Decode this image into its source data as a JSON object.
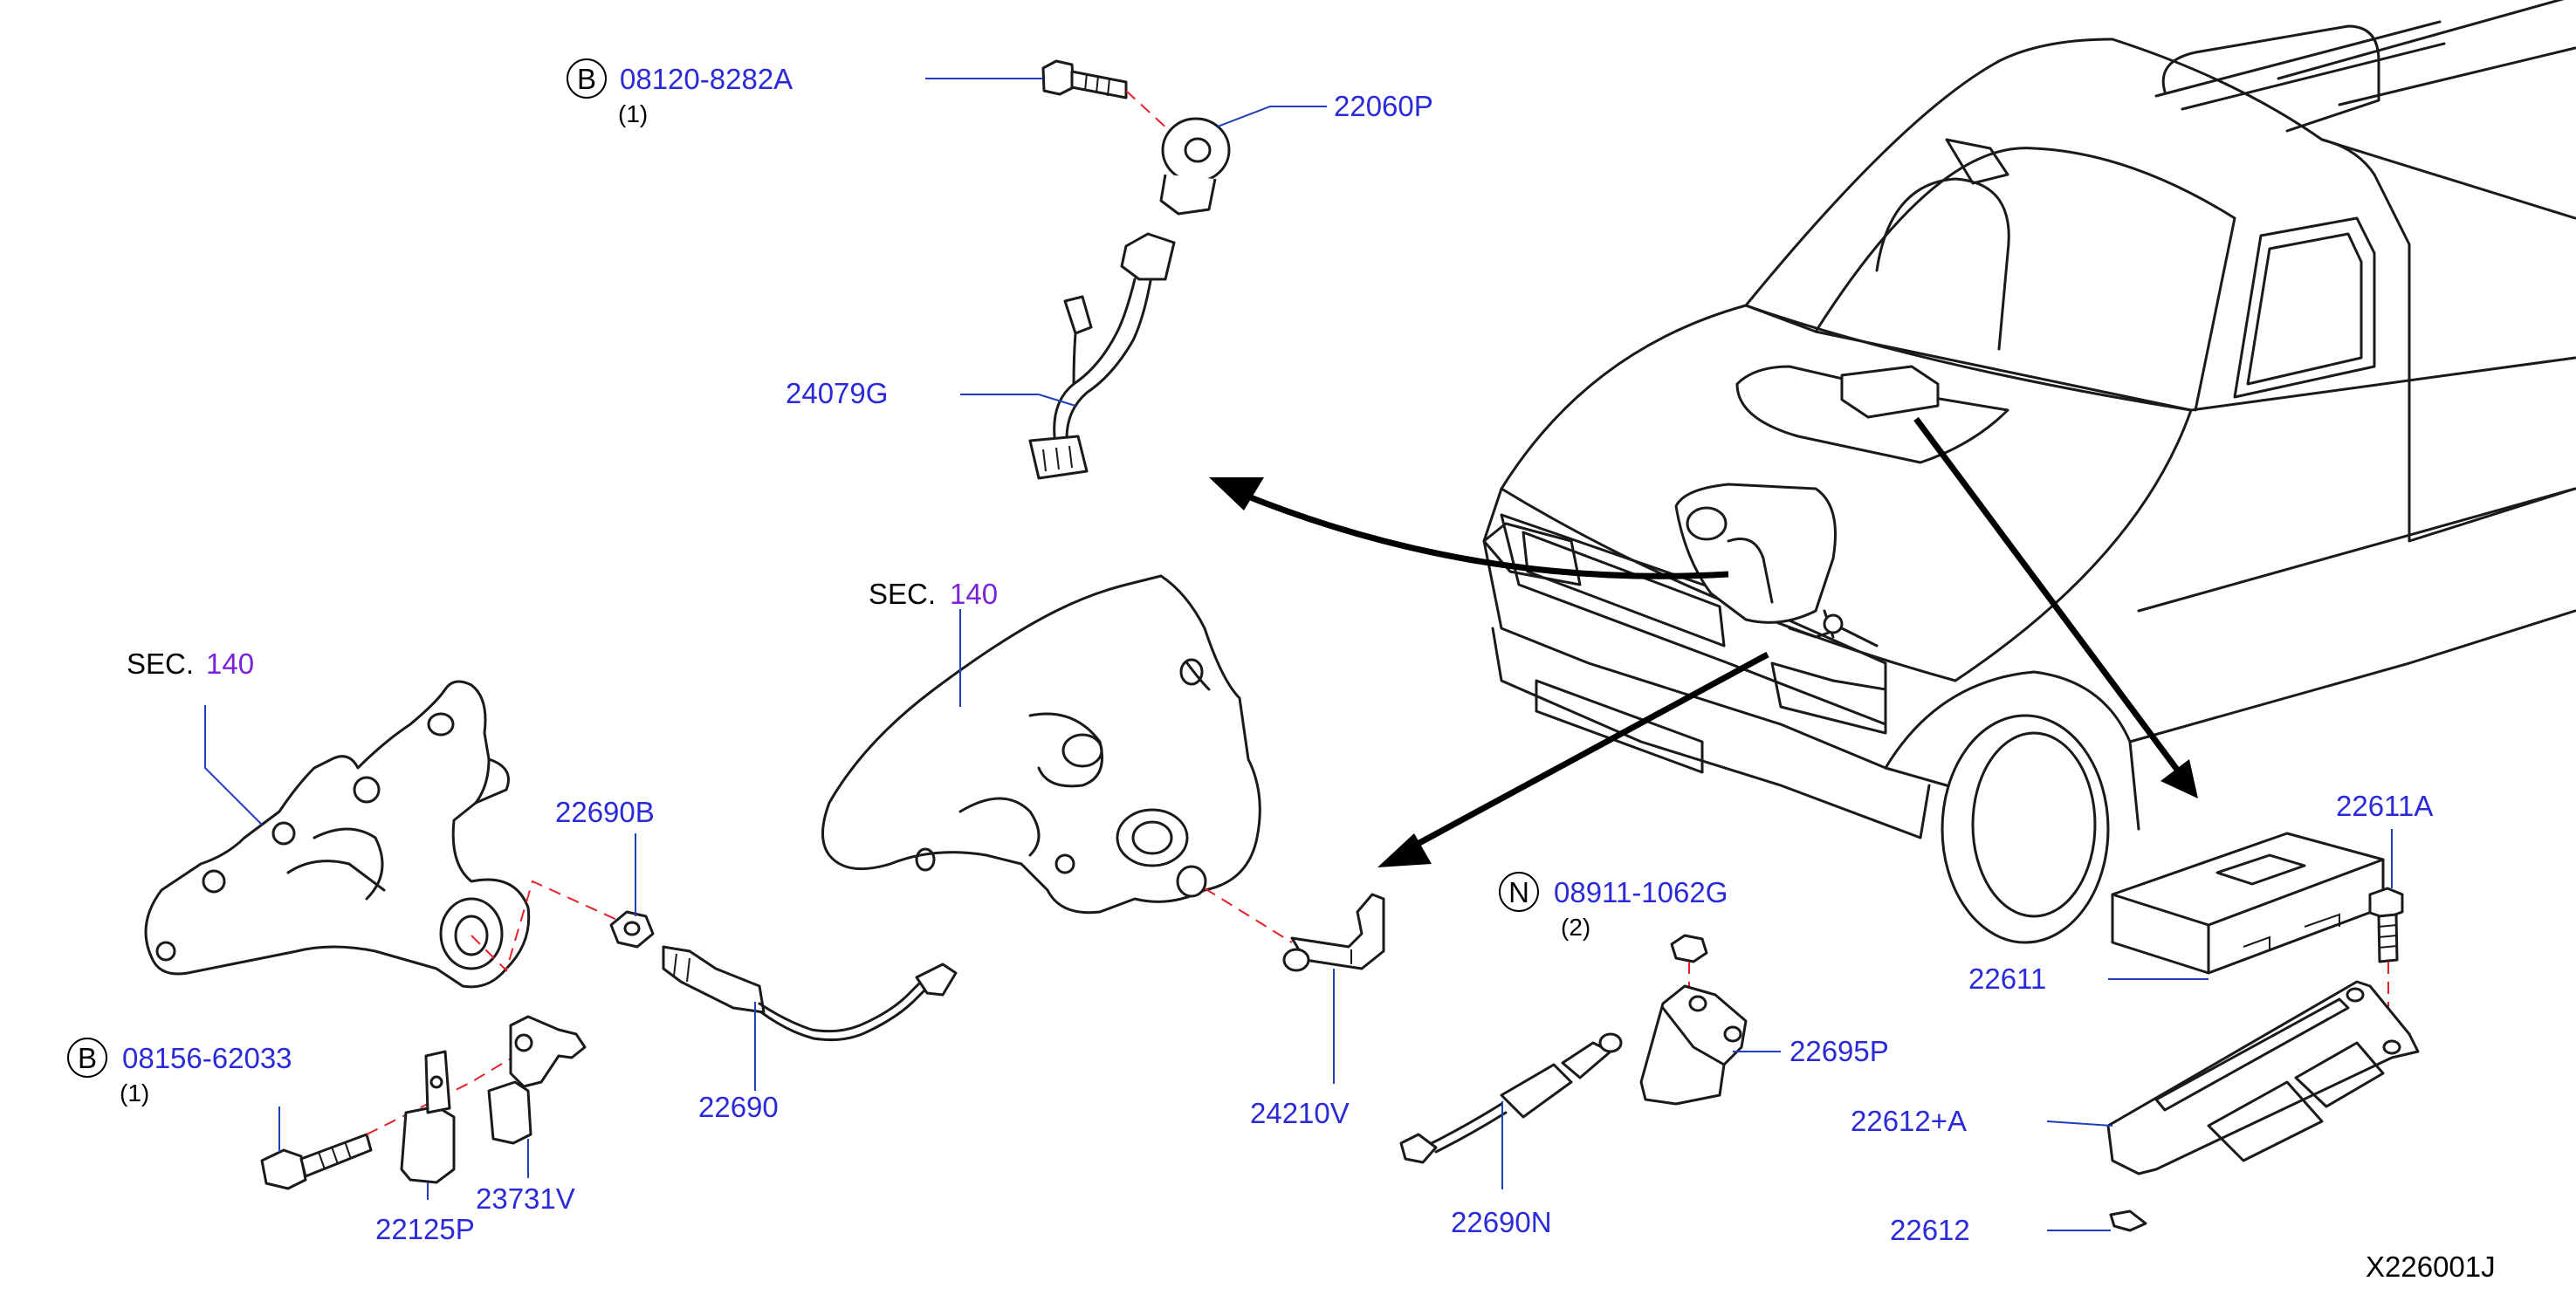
{
  "colors": {
    "part_label": "#2a2ad8",
    "section_ref": "#7a22d8",
    "leader_line": "#1f3fbf",
    "dashed_guide": "#e8202a",
    "outline": "#1a1a1a"
  },
  "callouts": {
    "bolt_top": {
      "prefix": "B",
      "number": "08120-8282A",
      "qty": "(1)"
    },
    "bolt_left": {
      "prefix": "B",
      "number": "08156-62033",
      "qty": "(1)"
    },
    "nut_right": {
      "prefix": "N",
      "number": "08911-1062G",
      "qty": "(2)"
    }
  },
  "parts": {
    "knock_sensor": "22060P",
    "harness": "24079G",
    "sensor_seal": "22690B",
    "o2_sensor": "22690",
    "crank_sensor": "22125P",
    "cam_sensor": "23731V",
    "bracket": "24210V",
    "sensor_n": "22690N",
    "sensor_bracket": "22695P",
    "ecm": "22611",
    "ecm_bolt": "22611A",
    "ecm_bracket": "22612+A",
    "ecm_clip": "22612"
  },
  "sections": {
    "left": {
      "prefix": "SEC.",
      "number": "140"
    },
    "center": {
      "prefix": "SEC.",
      "number": "140"
    }
  },
  "diagram_id": "X226001J"
}
